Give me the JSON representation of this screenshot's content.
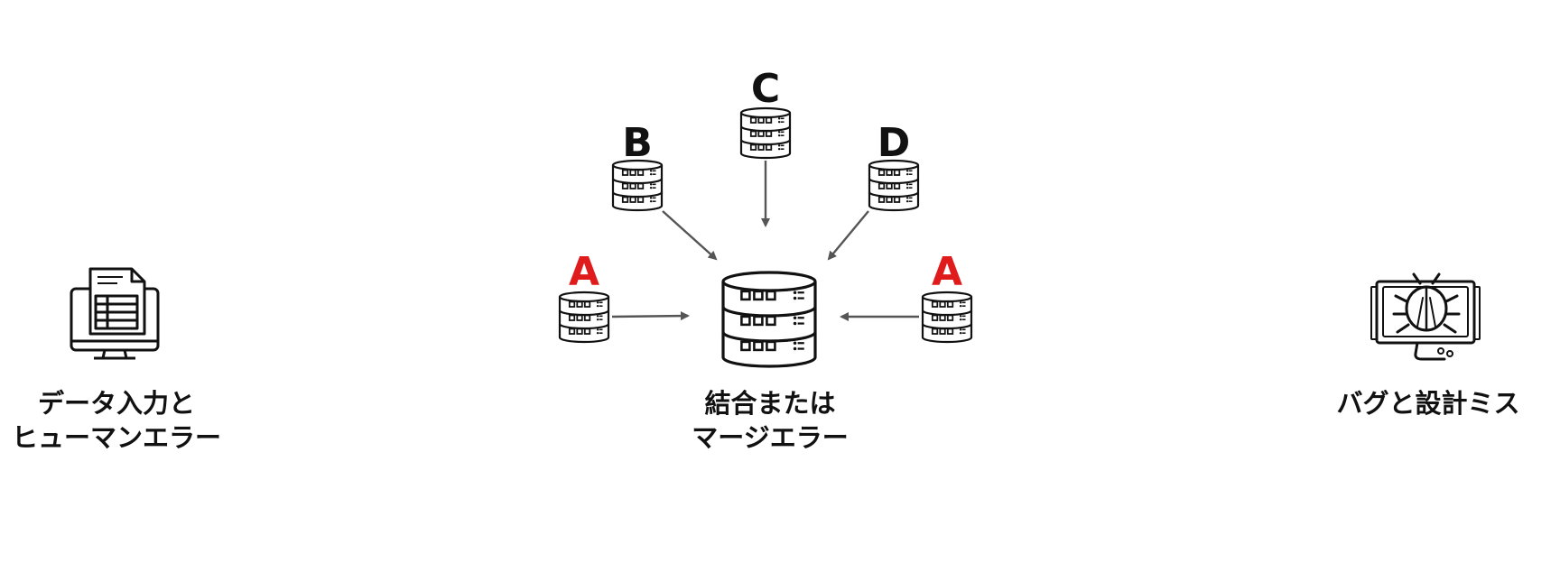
{
  "colors": {
    "ink": "#111111",
    "highlight": "#e01b1b",
    "arrow": "#555555",
    "background": "#ffffff"
  },
  "sources": [
    {
      "label": "A",
      "highlighted": true,
      "icon": "database-icon"
    },
    {
      "label": "B",
      "highlighted": false,
      "icon": "database-icon"
    },
    {
      "label": "C",
      "highlighted": false,
      "icon": "database-icon"
    },
    {
      "label": "D",
      "highlighted": false,
      "icon": "database-icon"
    },
    {
      "label": "A",
      "highlighted": true,
      "icon": "database-icon"
    }
  ],
  "target": {
    "icon": "database-icon"
  },
  "categories": {
    "left": {
      "icon": "spreadsheet-monitor-icon",
      "lines": [
        "データ入力と",
        "ヒューマンエラー"
      ]
    },
    "center": {
      "icon": "merge-database-icon",
      "lines": [
        "結合または",
        "マージエラー"
      ]
    },
    "right": {
      "icon": "bug-monitor-icon",
      "lines": [
        "バグと設計ミス"
      ]
    }
  }
}
